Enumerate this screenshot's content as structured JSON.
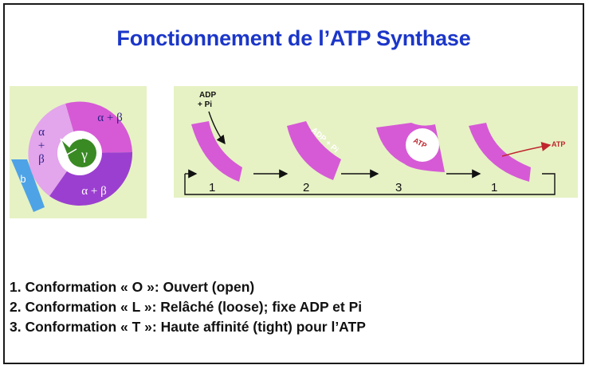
{
  "title": "Fonctionnement de l’ATP Synthase",
  "rotor": {
    "top_label": "α + β",
    "left_label_a": "α",
    "left_label_plus": "+",
    "left_label_b": "β",
    "bottom_label": "α + β",
    "gamma_label": "γ",
    "b_label": "b",
    "colors": {
      "panel": "#e6f2c4",
      "magenta": "#d65ad6",
      "purple": "#9b3fd0",
      "lilac": "#e3a5ec",
      "green": "#3a8a24",
      "blue": "#4ea3e6",
      "label": "#2a1f86"
    }
  },
  "cycle": {
    "adp_pi_top": [
      "ADP",
      "+ Pi"
    ],
    "adp_pi_bound": "ADP + Pi",
    "atp_bound": "ATP",
    "atp_released": "ATP",
    "step_numbers": [
      "1",
      "2",
      "3",
      "1"
    ],
    "colors": {
      "subunit": "#d65ad6",
      "atp_text": "#c0262e",
      "arrow": "#111111"
    }
  },
  "conformations": [
    "1. Conformation « O »: Ouvert (open)",
    "2. Conformation « L »:  Relâché (loose); fixe ADP et Pi",
    "3. Conformation « T »: Haute affinité (tight) pour l’ATP"
  ]
}
